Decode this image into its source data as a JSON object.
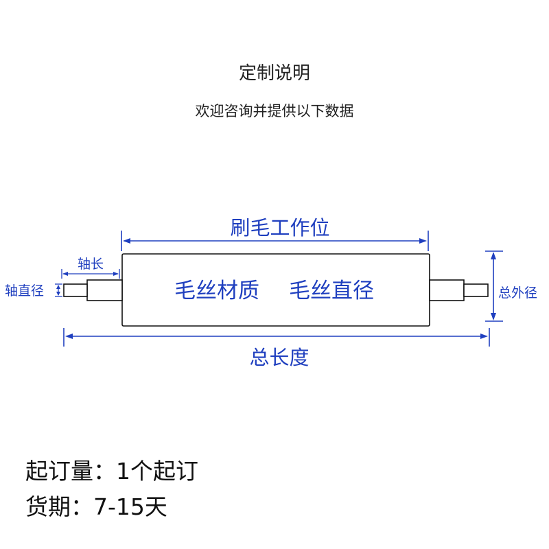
{
  "header": {
    "title": "定制说明",
    "subtitle": "欢迎咨询并提供以下数据"
  },
  "diagram": {
    "brush_working_length": "刷毛工作位",
    "shaft_length": "轴长",
    "shaft_diameter": "轴直径",
    "bristle_material": "毛丝材质",
    "bristle_diameter": "毛丝直径",
    "outer_diameter": "总外径",
    "total_length": "总长度",
    "accent_color": "#1f3fbf",
    "line_color": "#111111"
  },
  "footer": {
    "moq": "起订量：1个起订",
    "lead_time": "货期：7-15天"
  }
}
